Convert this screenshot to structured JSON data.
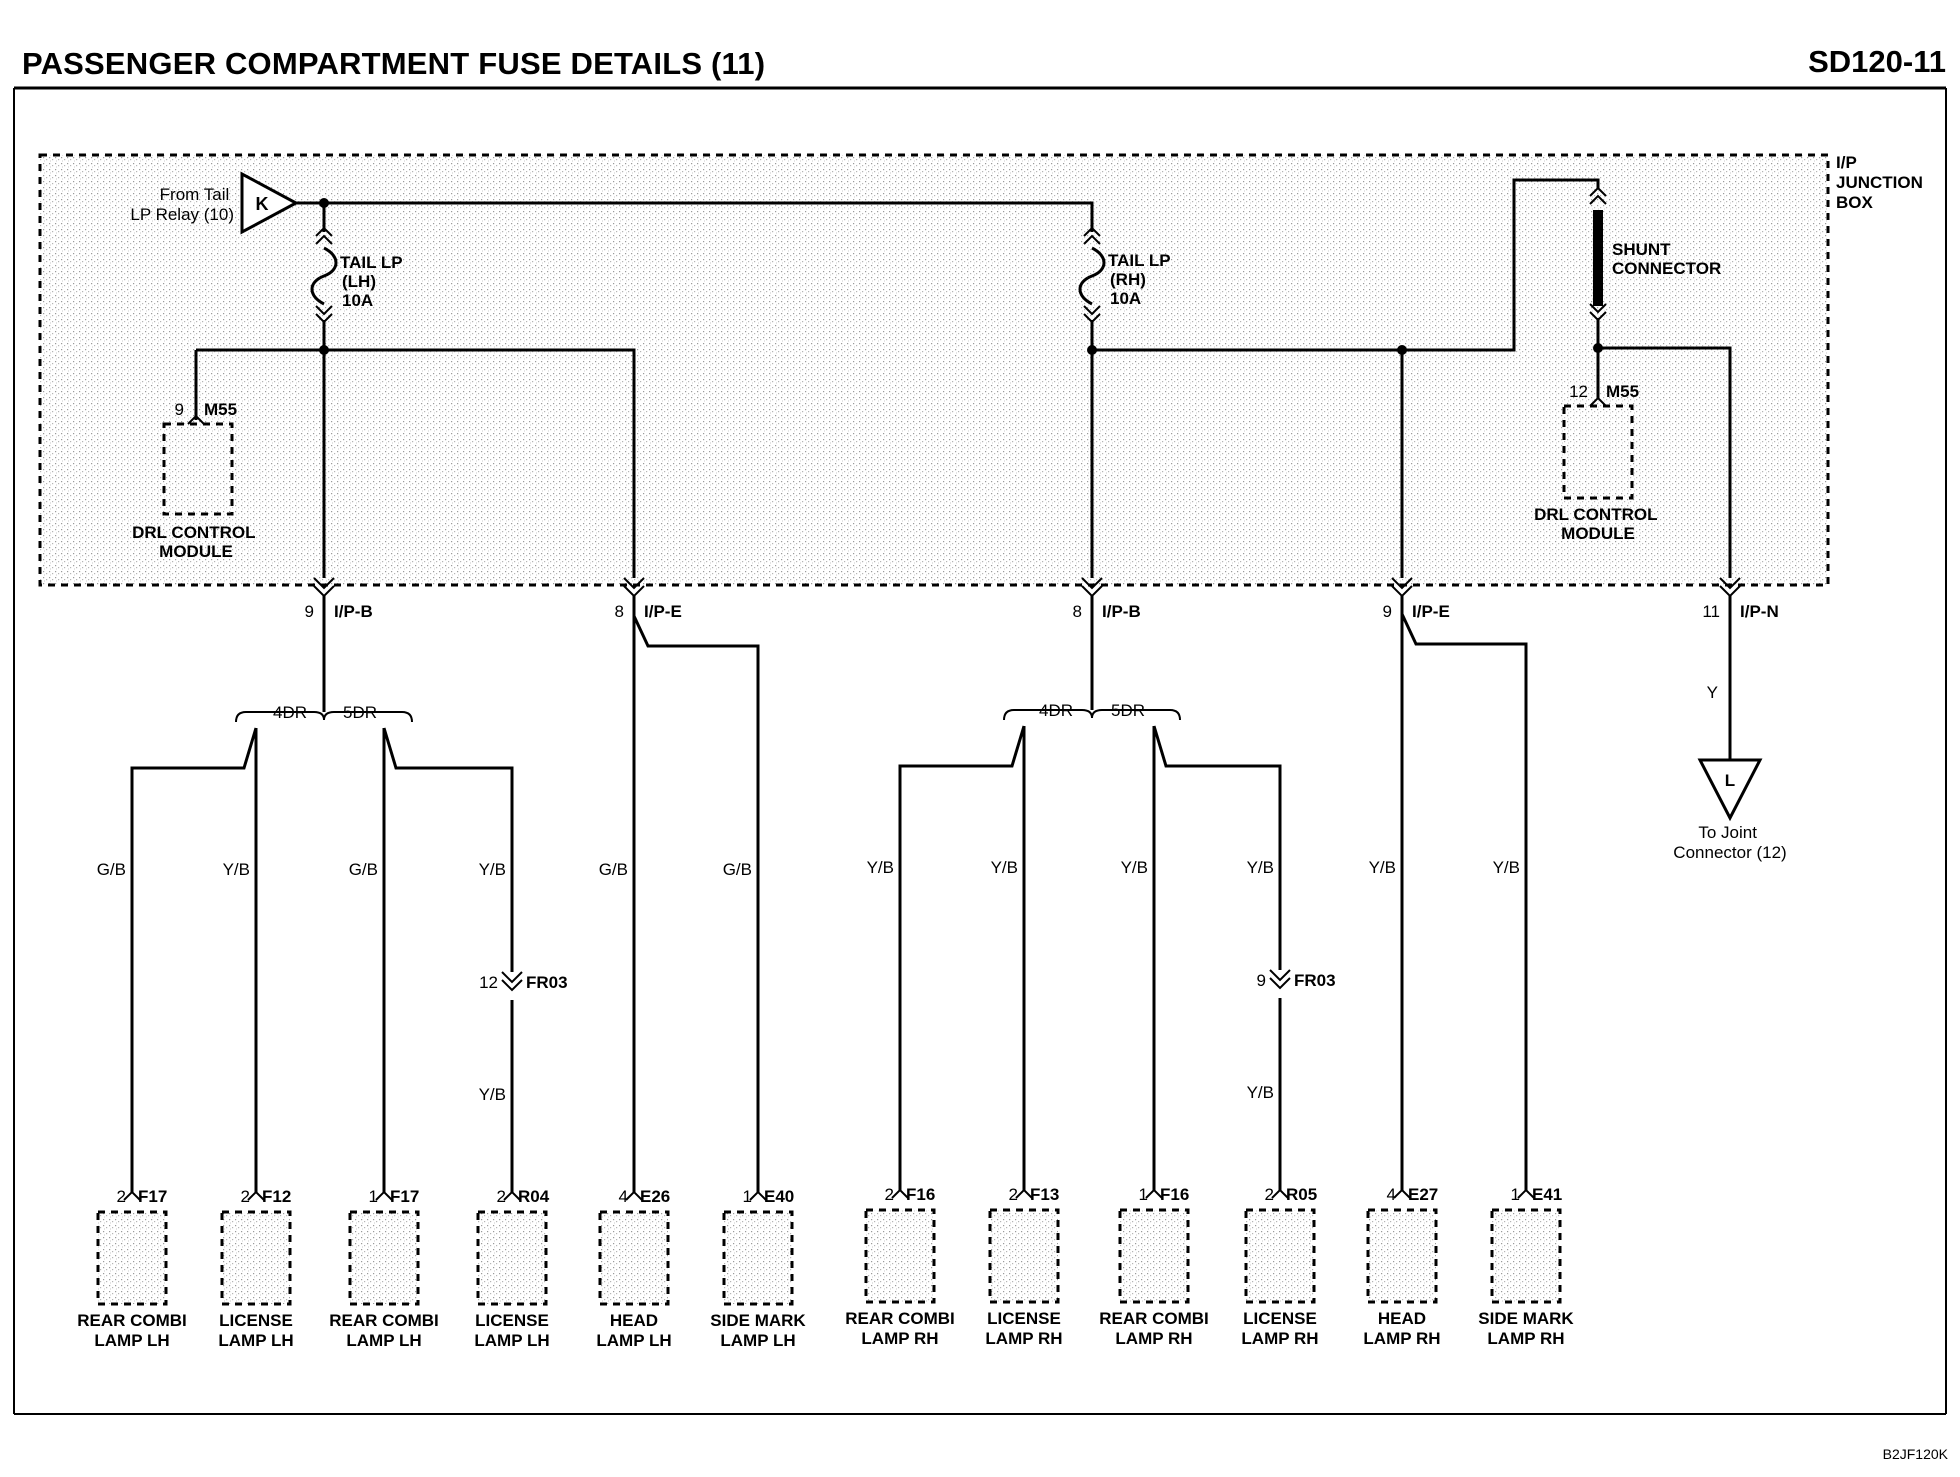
{
  "header": {
    "title": "PASSENGER COMPARTMENT FUSE DETAILS (11)",
    "page_id": "SD120-11",
    "footer_code": "B2JF120K"
  },
  "junction_box": {
    "label_lines": [
      "I/P",
      "JUNCTION",
      "BOX"
    ]
  },
  "source": {
    "symbol": "K",
    "label_lines": [
      "From Tail",
      "LP Relay (10)"
    ]
  },
  "fuses": {
    "lh": {
      "lines": [
        "TAIL LP",
        "(LH)",
        "10A"
      ]
    },
    "rh": {
      "lines": [
        "TAIL LP",
        "(RH)",
        "10A"
      ]
    }
  },
  "shunt": {
    "lines": [
      "SHUNT",
      "CONNECTOR"
    ]
  },
  "drl_left": {
    "pin": "9",
    "connector": "M55",
    "name_lines": [
      "DRL CONTROL",
      "MODULE"
    ]
  },
  "drl_right": {
    "pin": "12",
    "connector": "M55",
    "name_lines": [
      "DRL CONTROL",
      "MODULE"
    ]
  },
  "box_connectors": [
    {
      "pin": "9",
      "name": "I/P-B"
    },
    {
      "pin": "8",
      "name": "I/P-E"
    },
    {
      "pin": "8",
      "name": "I/P-B"
    },
    {
      "pin": "9",
      "name": "I/P-E"
    },
    {
      "pin": "11",
      "name": "I/P-N"
    }
  ],
  "door_options": {
    "a": "4DR",
    "b": "5DR"
  },
  "inline_connectors": [
    {
      "pin": "12",
      "name": "FR03"
    },
    {
      "pin": "9",
      "name": "FR03"
    }
  ],
  "joint": {
    "symbol": "L",
    "wire": "Y",
    "label_lines": [
      "To Joint",
      "Connector (12)"
    ]
  },
  "wire_colors": {
    "upper": [
      "G/B",
      "Y/B",
      "G/B",
      "Y/B",
      "G/B",
      "G/B",
      "Y/B",
      "Y/B",
      "Y/B",
      "Y/B",
      "Y/B",
      "Y/B"
    ],
    "lower": [
      "Y/B",
      "Y/B"
    ]
  },
  "loads": [
    {
      "pin": "2",
      "connector": "F17",
      "lines": [
        "REAR COMBI",
        "LAMP LH"
      ]
    },
    {
      "pin": "2",
      "connector": "F12",
      "lines": [
        "LICENSE",
        "LAMP LH"
      ]
    },
    {
      "pin": "1",
      "connector": "F17",
      "lines": [
        "REAR COMBI",
        "LAMP LH"
      ]
    },
    {
      "pin": "2",
      "connector": "R04",
      "lines": [
        "LICENSE",
        "LAMP LH"
      ]
    },
    {
      "pin": "4",
      "connector": "E26",
      "lines": [
        "HEAD",
        "LAMP LH"
      ]
    },
    {
      "pin": "1",
      "connector": "E40",
      "lines": [
        "SIDE MARK",
        "LAMP LH"
      ]
    },
    {
      "pin": "2",
      "connector": "F16",
      "lines": [
        "REAR COMBI",
        "LAMP RH"
      ]
    },
    {
      "pin": "2",
      "connector": "F13",
      "lines": [
        "LICENSE",
        "LAMP RH"
      ]
    },
    {
      "pin": "1",
      "connector": "F16",
      "lines": [
        "REAR COMBI",
        "LAMP RH"
      ]
    },
    {
      "pin": "2",
      "connector": "R05",
      "lines": [
        "LICENSE",
        "LAMP RH"
      ]
    },
    {
      "pin": "4",
      "connector": "E27",
      "lines": [
        "HEAD",
        "LAMP RH"
      ]
    },
    {
      "pin": "1",
      "connector": "E41",
      "lines": [
        "SIDE MARK",
        "LAMP RH"
      ]
    }
  ]
}
